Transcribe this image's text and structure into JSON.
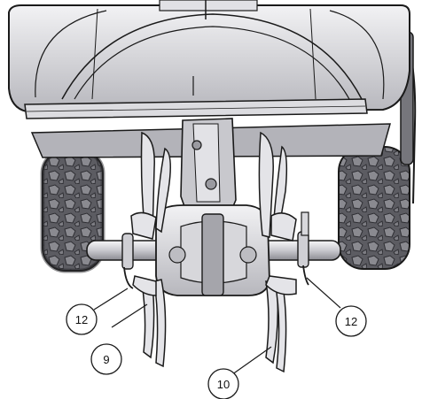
{
  "callouts": [
    {
      "id": "c12-left",
      "label": "12"
    },
    {
      "id": "c9",
      "label": "9"
    },
    {
      "id": "c10",
      "label": "10"
    },
    {
      "id": "c12-right",
      "label": "12"
    }
  ],
  "colors": {
    "metal_light": "#e9e9ec",
    "metal_mid": "#b8b8be",
    "metal_dark": "#6f6f76",
    "tire": "#5b5b60",
    "tire_dark": "#3b3b40",
    "outline": "#1a1a1a"
  }
}
